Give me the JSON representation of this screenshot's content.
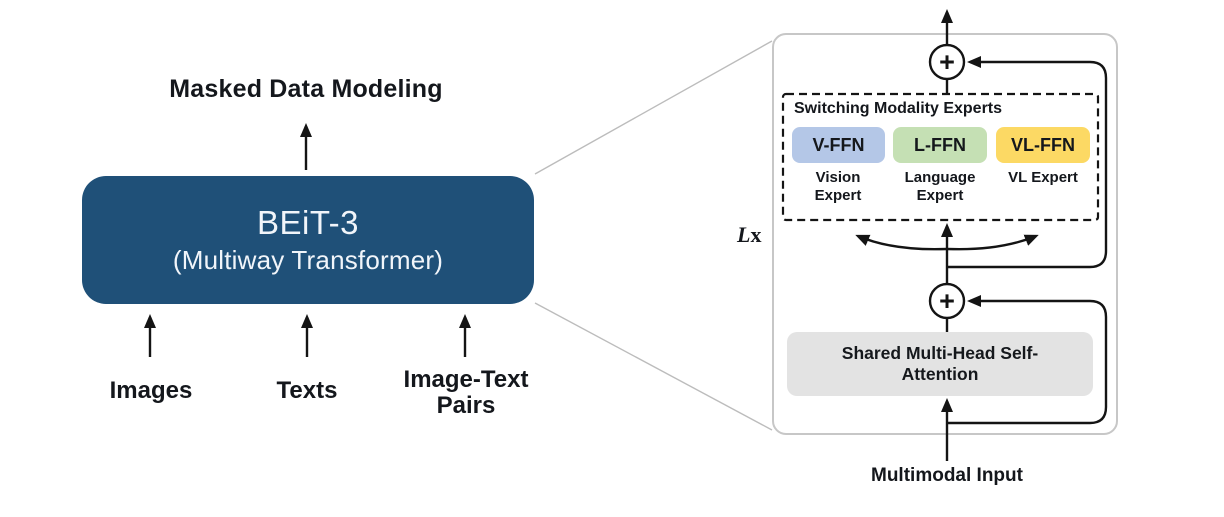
{
  "figure": {
    "title": "Masked Data Modeling",
    "model": {
      "name": "BEiT-3",
      "subtitle": "(Multiway Transformer)"
    },
    "inputs": [
      {
        "label": "Images"
      },
      {
        "label": "Texts"
      },
      {
        "label": "Image-Text Pairs"
      }
    ]
  },
  "panel": {
    "loop_label": {
      "multiplier": "L",
      "suffix": "x"
    },
    "experts_box": {
      "title": "Switching Modality Experts",
      "experts": [
        {
          "ffn": "V-FFN",
          "expert": "Vision Expert",
          "color": "#b4c7e7"
        },
        {
          "ffn": "L-FFN",
          "expert": "Language Expert",
          "color": "#c5e0b4"
        },
        {
          "ffn": "VL-FFN",
          "expert": "VL Expert",
          "color": "#fcd964"
        }
      ]
    },
    "attention_label": "Shared Multi-Head Self-Attention",
    "input_label": "Multimodal Input",
    "plus_symbol": "+"
  },
  "colors": {
    "model_box": "#1f5078",
    "model_text": "#f1f5fa",
    "attention_box": "#e3e3e3",
    "panel_border": "#c7c7c7",
    "connector_line": "#bcbcbc",
    "wire": "#141414"
  }
}
